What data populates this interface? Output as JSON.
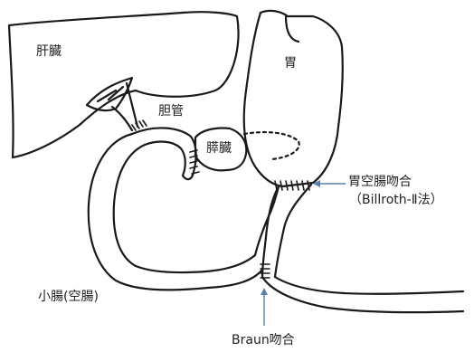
{
  "labels": {
    "liver": "肝臓",
    "stomach": "胃",
    "bile_duct": "胆管",
    "pancreas": "膵臓",
    "gastrojejunostomy": "胃空腸吻合",
    "billroth": "（Billroth-Ⅱ法）",
    "small_intestine": "小腸(空腸)",
    "braun": "Braun吻合"
  },
  "colors": {
    "line": "#1a1a1a",
    "arrow": "#5b7fb0",
    "text": "#222222"
  }
}
